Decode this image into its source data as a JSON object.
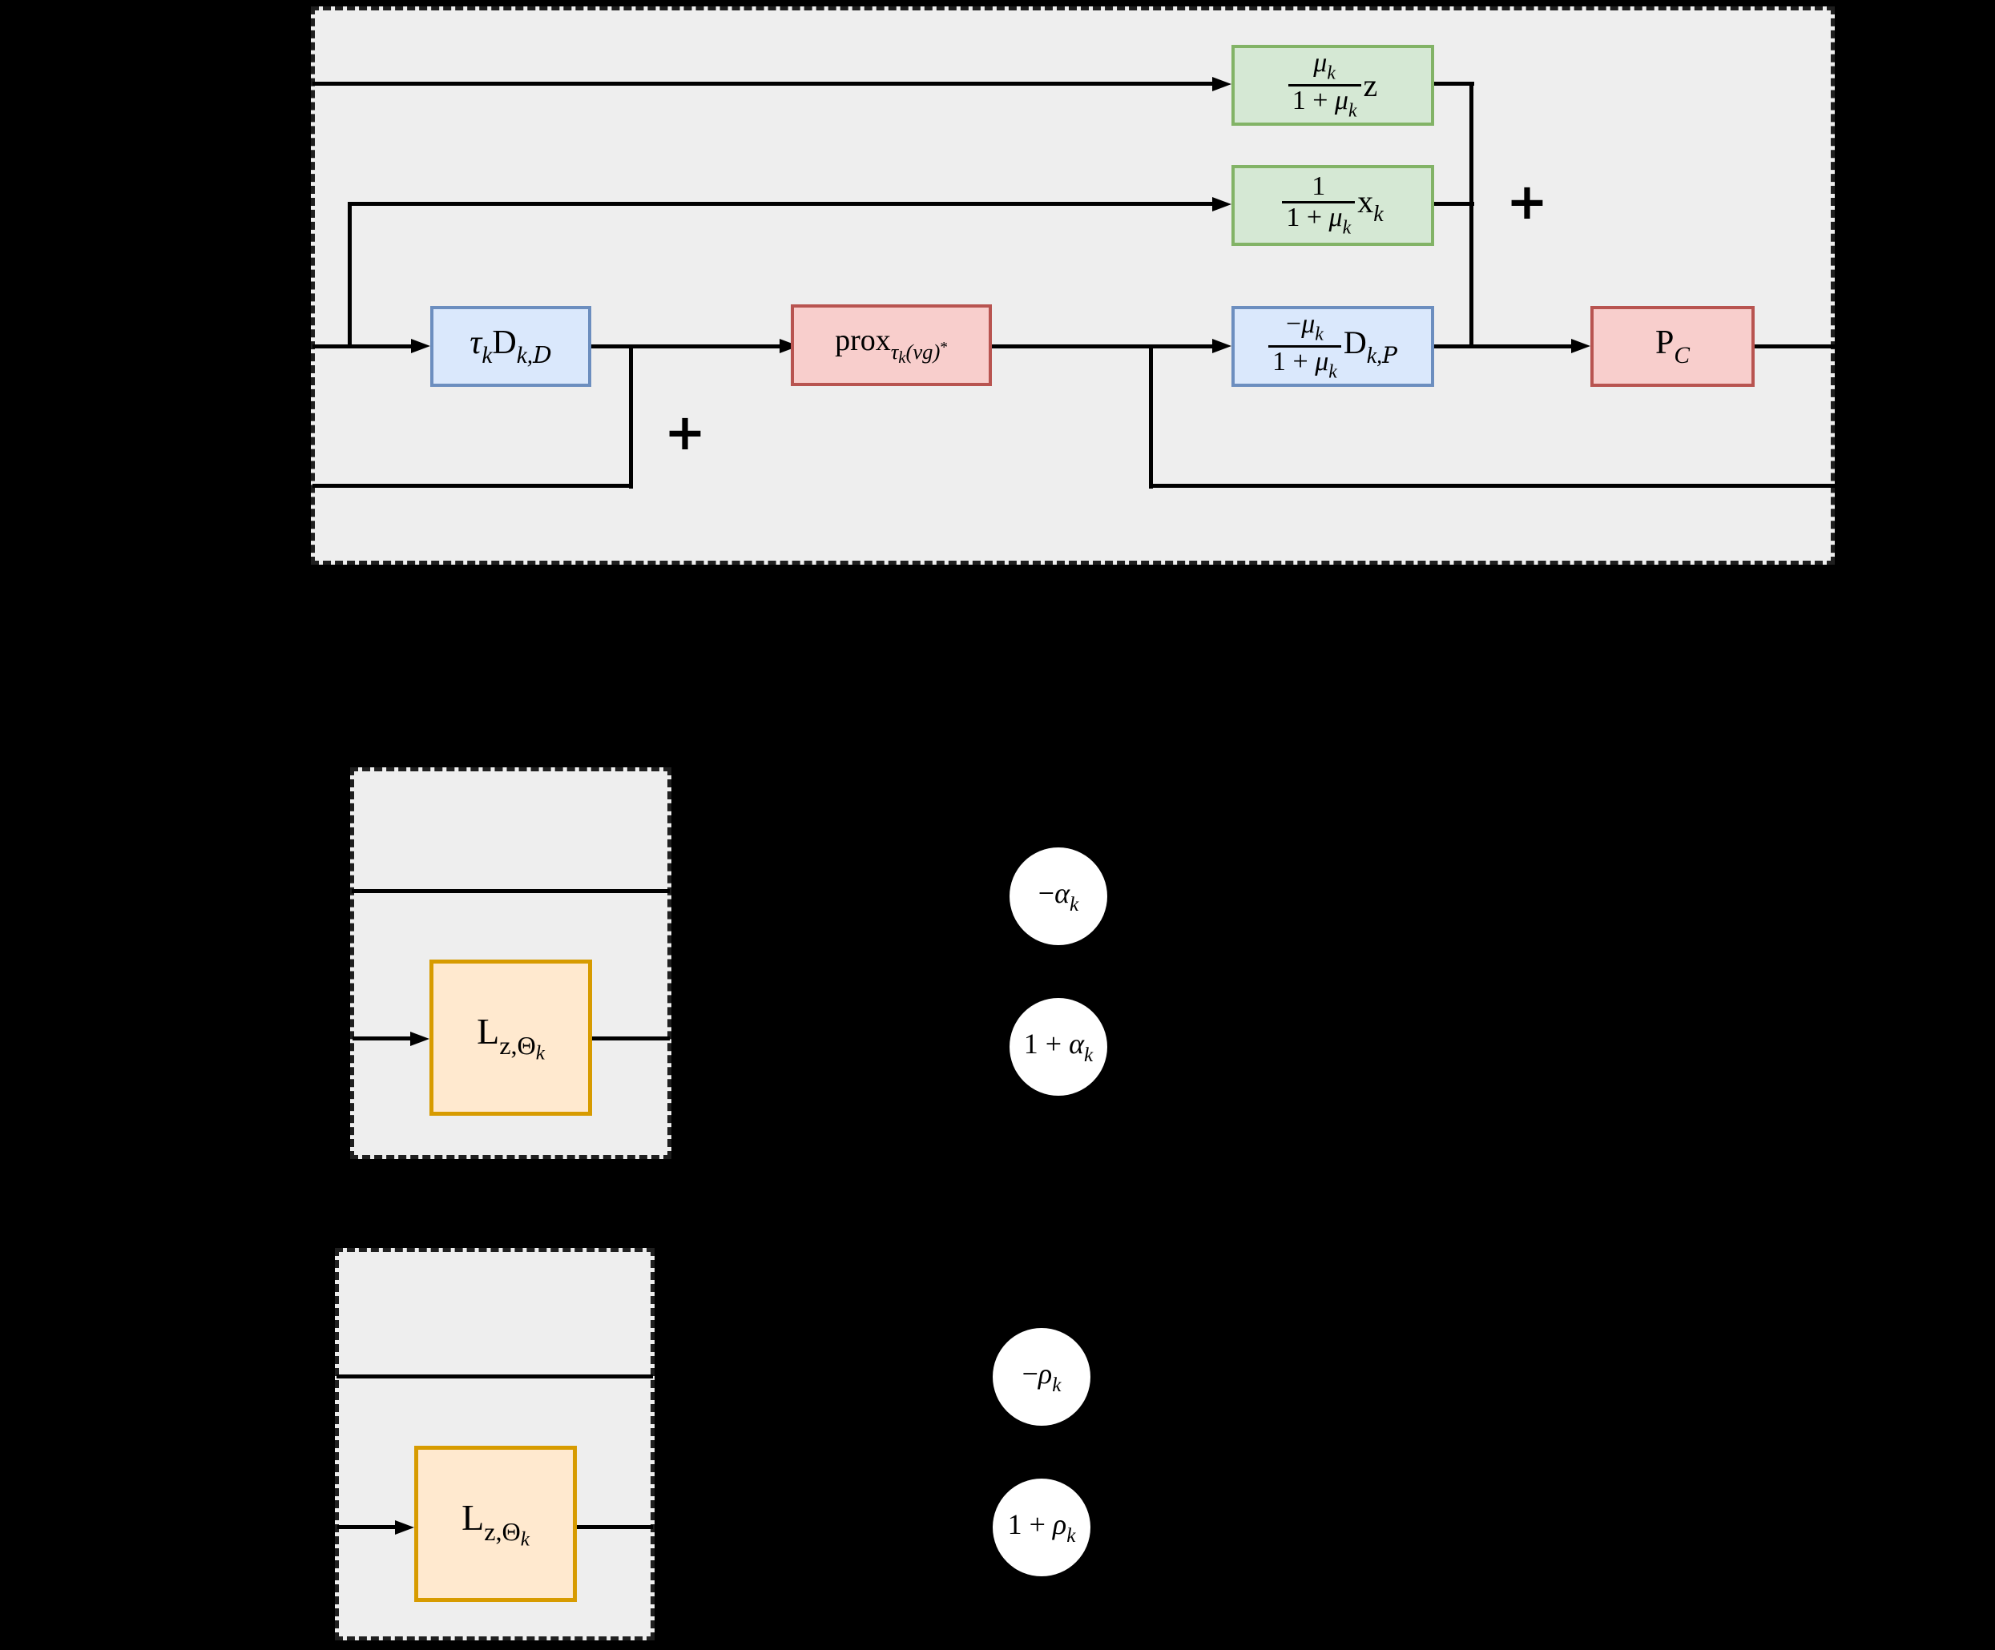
{
  "colors": {
    "canvas_bg": "#000000",
    "panel_bg": "#eeeeee",
    "panel_border": "#1f1f1f",
    "flow_line": "#000000",
    "green_fill": "#d5e8d4",
    "green_border": "#82b366",
    "blue_fill": "#dae8fc",
    "blue_border": "#6c8ebf",
    "red_fill": "#f8cecc",
    "red_border": "#b85450",
    "orange_fill": "#ffe9cf",
    "orange_border": "#d79b00",
    "circle_fill": "#ffffff",
    "circle_text": "#000000"
  },
  "top_panel": {
    "gain_z_block": {
      "num_mu": "μ",
      "num_sub": "k",
      "den_pre": "1 + ",
      "den_mu": "μ",
      "den_sub": "k",
      "suffix": "z"
    },
    "gain_x_block": {
      "num": "1",
      "den_pre": "1 + ",
      "den_mu": "μ",
      "den_sub": "k",
      "suffix": "x",
      "suffix_sub": "k"
    },
    "dual_step_block": {
      "coef": "τ",
      "coef_sub": "k",
      "op": "D",
      "op_sub_k": "k,",
      "op_sub_cal": "D"
    },
    "prox_block": {
      "base": "prox",
      "sub_tau": "τ",
      "sub_tau_sub": "k",
      "sub_rest": "(νg)",
      "sub_star": "*"
    },
    "primal_step_block": {
      "num_pre": "−",
      "num_mu": "μ",
      "num_sub": "k",
      "den_pre": "1 + ",
      "den_mu": "μ",
      "den_sub": "k",
      "suffix_op": "D",
      "suffix_sub_k": "k,",
      "suffix_sub_cal": "P"
    },
    "projection_block": {
      "base": "P",
      "sub": "C"
    },
    "plus_top": "+",
    "plus_bottom": "+"
  },
  "alpha_panel": {
    "l_block": {
      "base": "L",
      "sub": "z,Θ",
      "sub_sub": "k"
    }
  },
  "rho_panel": {
    "l_block": {
      "base": "L",
      "sub": "z,Θ",
      "sub_sub": "k"
    }
  },
  "circles": {
    "neg_alpha": {
      "pre": "−",
      "greek": "α",
      "sub": "k"
    },
    "one_plus_alpha": {
      "pre": "1 + ",
      "greek": "α",
      "sub": "k"
    },
    "neg_rho": {
      "pre": "−",
      "greek": "ρ",
      "sub": "k"
    },
    "one_plus_rho": {
      "pre": "1 + ",
      "greek": "ρ",
      "sub": "k"
    }
  }
}
